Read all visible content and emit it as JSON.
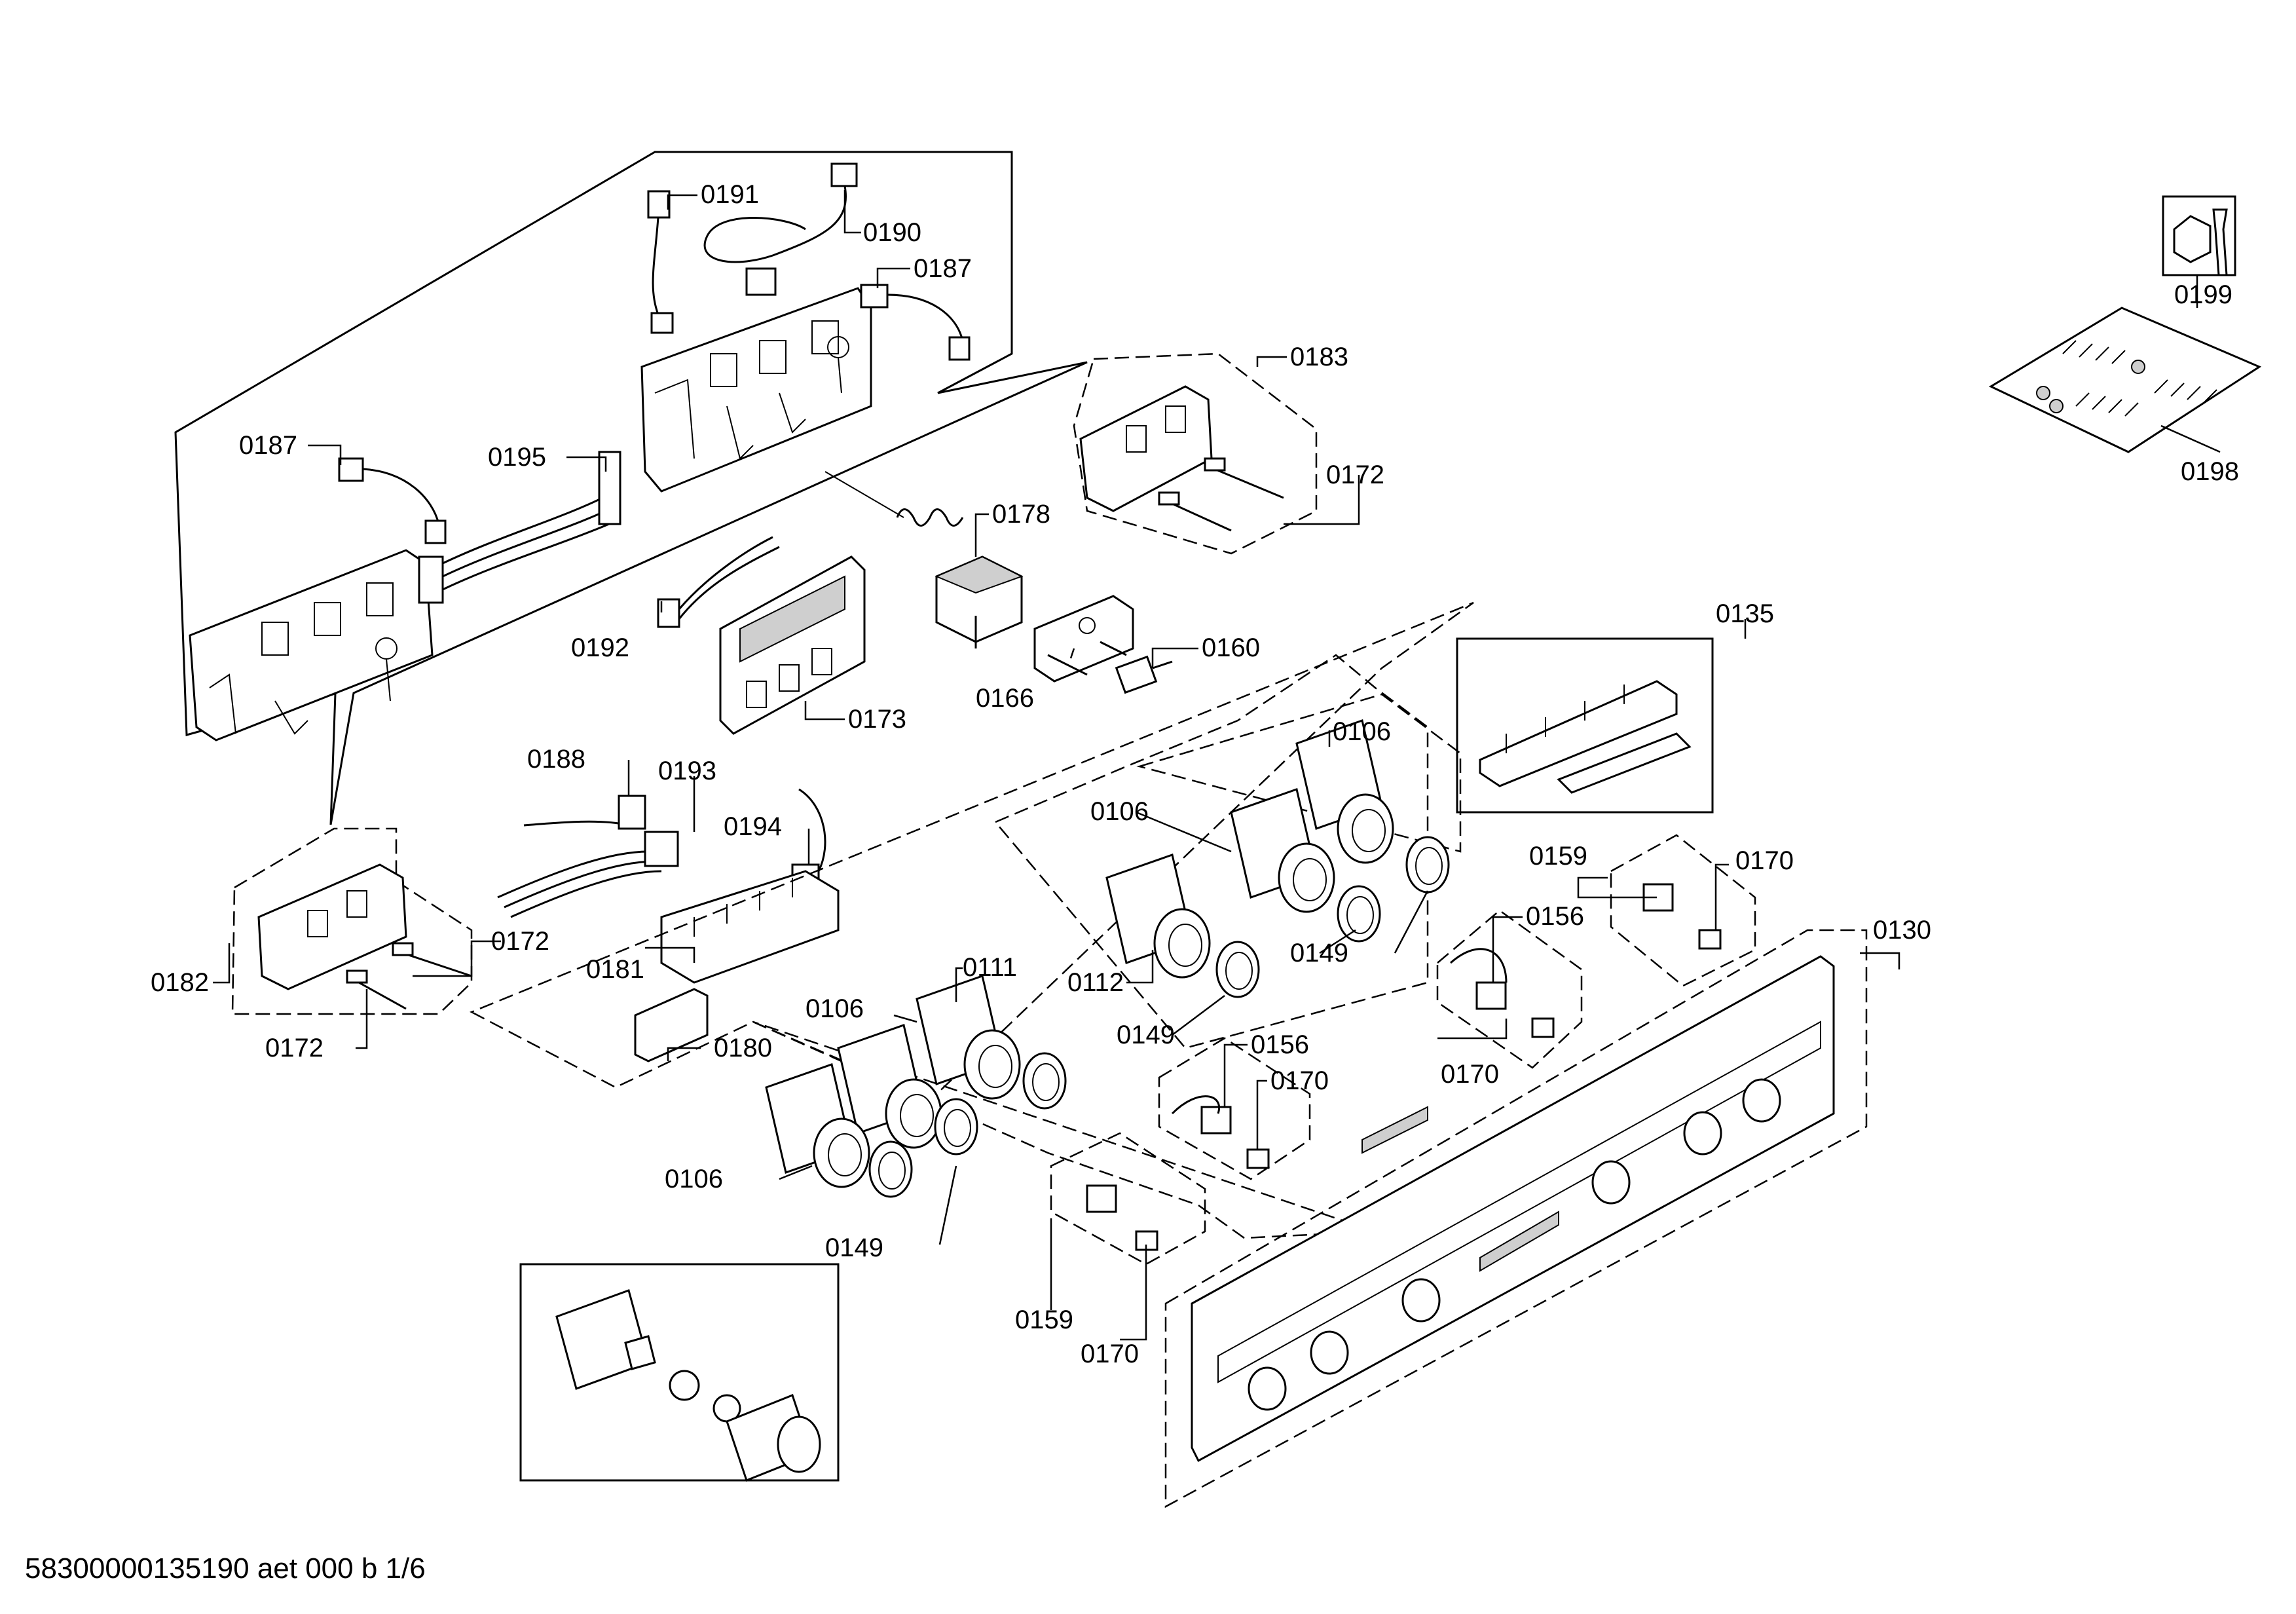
{
  "callouts": {
    "c0191": "0191",
    "c0190": "0190",
    "c0187a": "0187",
    "c0187b": "0187",
    "c0195": "0195",
    "c0183": "0183",
    "c0172a": "0172",
    "c0178": "0178",
    "c0192": "0192",
    "c0173": "0173",
    "c0166": "0166",
    "c0160": "0160",
    "c0135": "0135",
    "c0188": "0188",
    "c0193": "0193",
    "c0194": "0194",
    "c0106a": "0106",
    "c0106b": "0106",
    "c0106c": "0106",
    "c0106d": "0106",
    "c0159a": "0159",
    "c0170a": "0170",
    "c0172b": "0172",
    "c0182": "0182",
    "c0181": "0181",
    "c0111": "0111",
    "c0112": "0112",
    "c0149a": "0149",
    "c0149b": "0149",
    "c0149c": "0149",
    "c0156a": "0156",
    "c0156b": "0156",
    "c0170b": "0170",
    "c0170c": "0170",
    "c0170d": "0170",
    "c0172c": "0172",
    "c0180": "0180",
    "c0159b": "0159",
    "c0130": "0130",
    "c0199": "0199",
    "c0198": "0198"
  },
  "footer": "58300000135190 aet 000 b 1/6",
  "icons": {
    "tool_kit": "wrench-nut-icon",
    "screw_bag": "screw-bag-icon"
  }
}
